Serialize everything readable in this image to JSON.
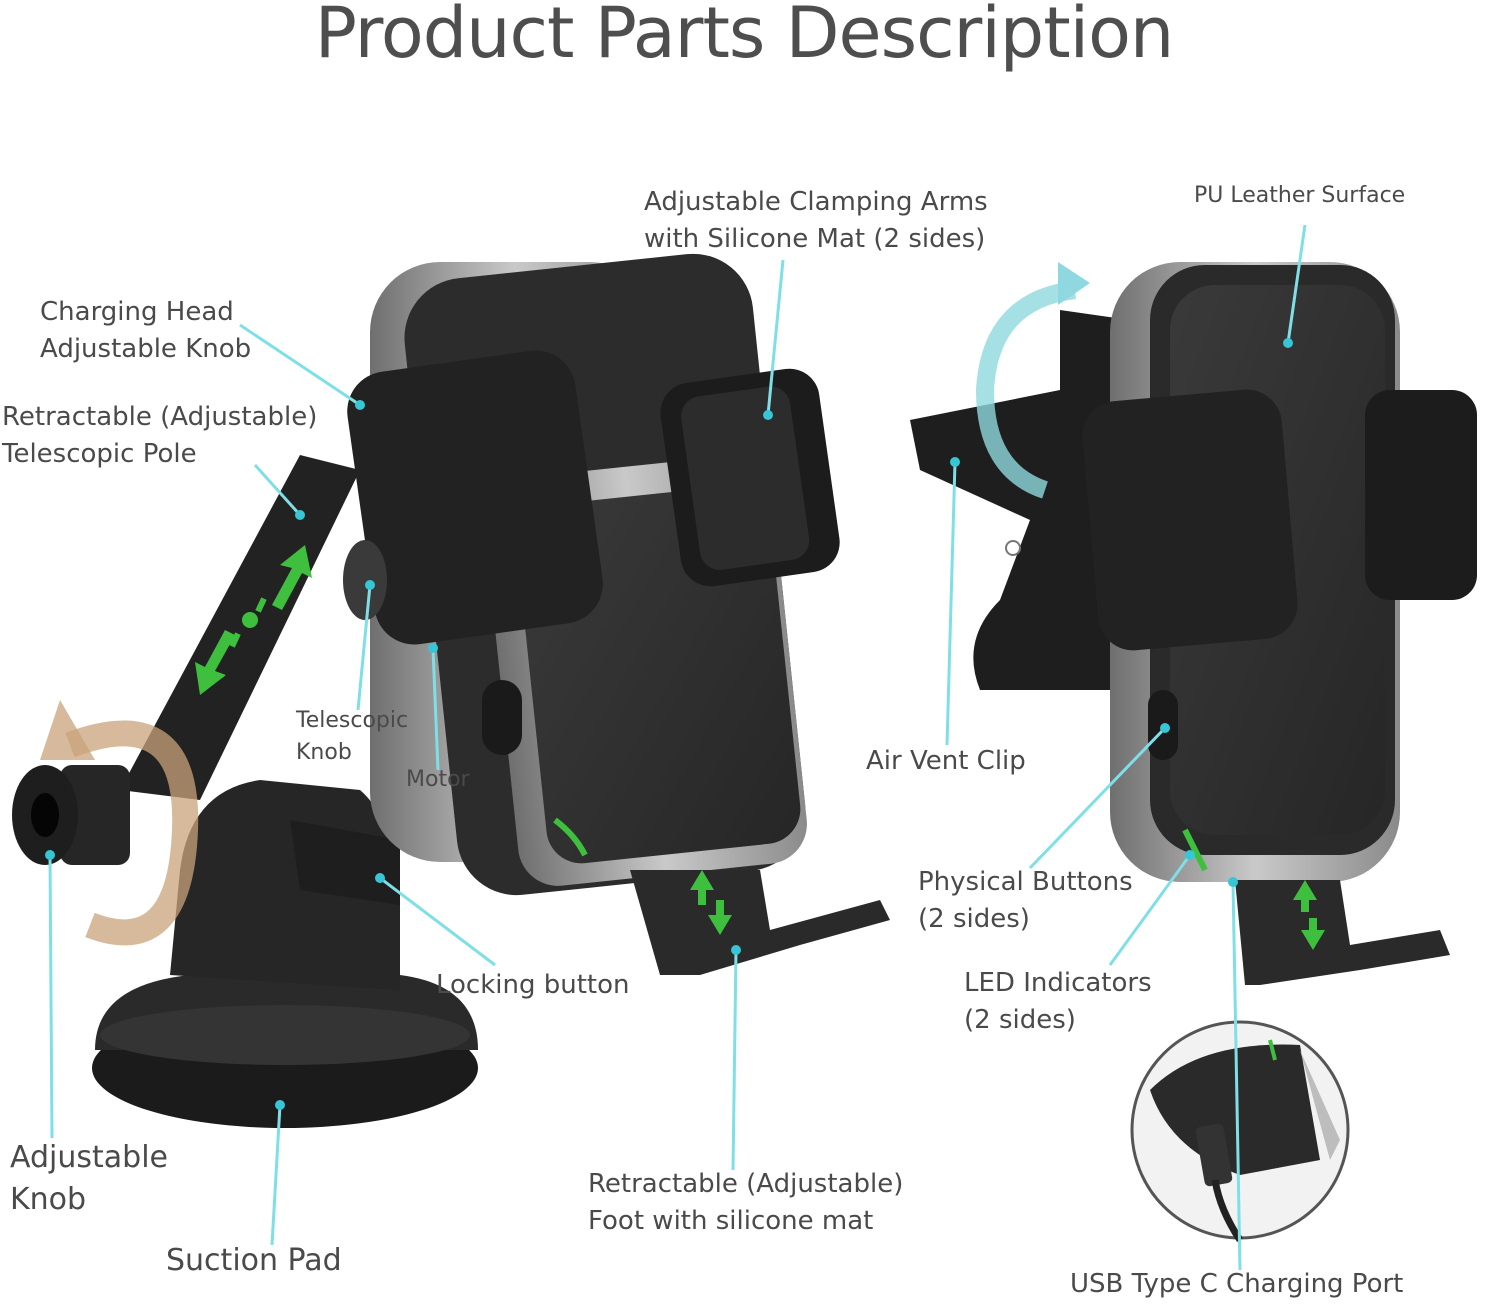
{
  "title": "Product Parts Description",
  "colors": {
    "leader": "#7fdfe6",
    "accent_green": "#3ec03e",
    "rotation_arrow_tan": "#c8a37a",
    "rotation_arrow_teal": "#8fd8df",
    "device_dark": "#2b2b2b",
    "device_silver": "#a8a8a8"
  },
  "labels": {
    "charging_head_knob": [
      "Charging Head",
      "Adjustable Knob"
    ],
    "telescopic_pole": [
      "Retractable (Adjustable)",
      "Telescopic Pole"
    ],
    "telescopic_knob": [
      "Telescopic",
      "Knob"
    ],
    "motor": "Motor",
    "clamping_arms": [
      "Adjustable Clamping Arms",
      "with Silicone Mat (2 sides)"
    ],
    "pu_leather": "PU Leather Surface",
    "air_vent_clip": "Air Vent Clip",
    "physical_buttons": [
      "Physical Buttons",
      "(2 sides)"
    ],
    "led_indicators": [
      "LED Indicators",
      "(2 sides)"
    ],
    "locking_button": "Locking button",
    "adjustable_knob": [
      "Adjustable",
      "Knob"
    ],
    "suction_pad": "Suction Pad",
    "foot": [
      "Retractable (Adjustable)",
      "Foot with silicone mat"
    ],
    "usb_port": "USB Type C Charging Port"
  }
}
